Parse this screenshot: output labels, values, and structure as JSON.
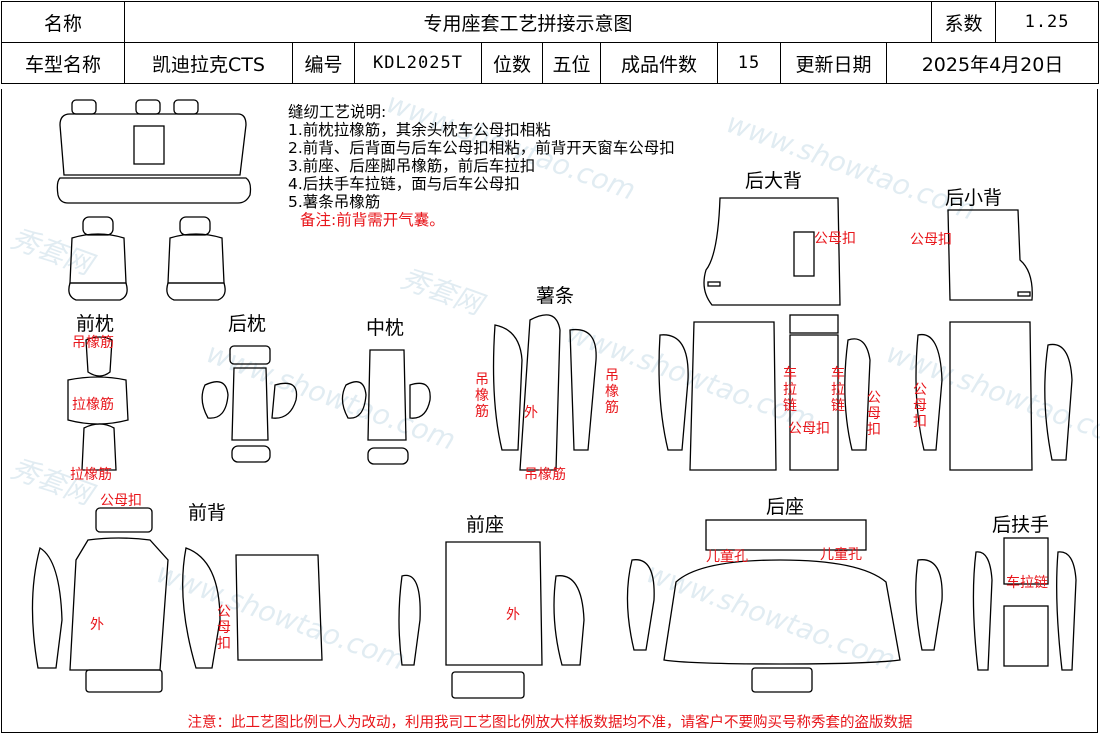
{
  "header": {
    "name_label": "名称",
    "title": "专用座套工艺拼接示意图",
    "coef_label": "系数",
    "coef_value": "1.25",
    "model_label": "车型名称",
    "model_value": "凯迪拉克CTS",
    "code_label": "编号",
    "code_value": "KDL2025T",
    "seats_label": "位数",
    "seats_value": "五位",
    "pieces_label": "成品件数",
    "pieces_value": "15",
    "date_label": "更新日期",
    "date_value": "2025年4月20日"
  },
  "notes": {
    "heading": "缝纫工艺说明:",
    "items": [
      "1.前枕拉橡筋，其余头枕车公母扣相粘",
      "2.前背、后背面与后车公母扣相粘，前背开天窗车公母扣",
      "3.前座、后座脚吊橡筋，前后车拉扣",
      "4.后扶手车拉链，面与后车公母扣",
      "5.薯条吊橡筋"
    ],
    "remark": "备注:前背需开气囊。"
  },
  "sections": {
    "rear_big_back": "后大背",
    "rear_small_back": "后小背",
    "front_pillow": "前枕",
    "rear_pillow": "后枕",
    "mid_pillow": "中枕",
    "strips": "薯条",
    "front_back": "前背",
    "front_seat": "前座",
    "rear_seat": "后座",
    "rear_armrest": "后扶手"
  },
  "annotations": {
    "hang_elastic": "吊橡筋",
    "pull_elastic": "拉橡筋",
    "snap": "公母扣",
    "zipper": "车拉链",
    "outer": "外",
    "child_hole": "儿童孔"
  },
  "watermark": {
    "brand": "秀套网",
    "site": "www.showtao.com"
  },
  "footer": "注意：此工艺图比例已人为改动，利用我司工艺图比例放大样板数据均不准，请客户不要购买号称秀套的盗版数据",
  "colors": {
    "annotation_red": "#e8161b",
    "line": "#000000",
    "watermark": "#c9dde8"
  }
}
